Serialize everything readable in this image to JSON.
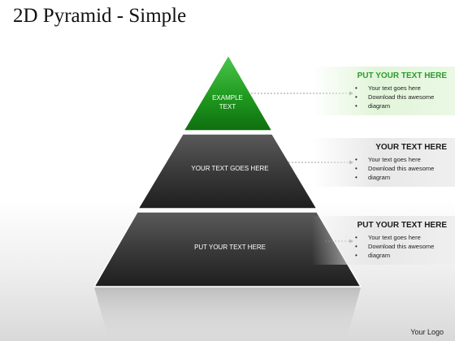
{
  "title": "2D Pyramid - Simple",
  "tiers": [
    {
      "label": "EXAMPLE TEXT",
      "color": "#27a327"
    },
    {
      "label": "YOUR TEXT GOES HERE",
      "color": "#333333"
    },
    {
      "label": "PUT YOUR TEXT HERE",
      "color": "#333333"
    }
  ],
  "panels": [
    {
      "heading": "PUT YOUR TEXT HERE",
      "heading_color": "#2d9b2d",
      "bullets": [
        "Your text goes here",
        "Download this awesome",
        "diagram"
      ]
    },
    {
      "heading": "YOUR TEXT HERE",
      "heading_color": "#1a1a1a",
      "bullets": [
        "Your text goes here",
        "Download this awesome",
        "diagram"
      ]
    },
    {
      "heading": "PUT YOUR TEXT HERE",
      "heading_color": "#1a1a1a",
      "bullets": [
        "Your text goes here",
        "Download this awesome",
        "diagram"
      ]
    }
  ],
  "logo": "Your Logo"
}
